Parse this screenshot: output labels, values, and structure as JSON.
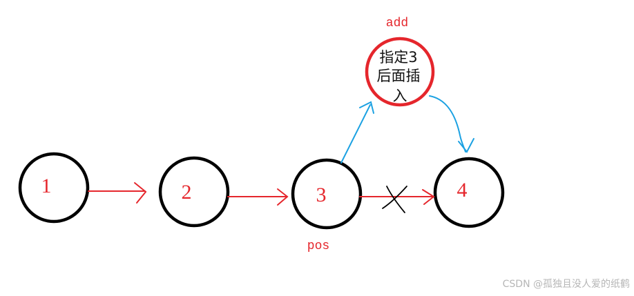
{
  "diagram": {
    "nodes": [
      {
        "id": "n1",
        "label": "1"
      },
      {
        "id": "n2",
        "label": "2"
      },
      {
        "id": "n3",
        "label": "3"
      },
      {
        "id": "n4",
        "label": "4"
      }
    ],
    "new_node": {
      "tag": "add",
      "text_lines": [
        "指定3",
        "后面插",
        "入"
      ]
    },
    "pointer_tag": "pos",
    "colors": {
      "node_stroke": "#000000",
      "new_node_stroke": "#e5262c",
      "label": "#e5262c",
      "link": "#e5262c",
      "insert_link": "#1ba1e2",
      "cross_mark": "#000000"
    }
  },
  "watermark": "CSDN @孤独且没人爱的纸鹤"
}
